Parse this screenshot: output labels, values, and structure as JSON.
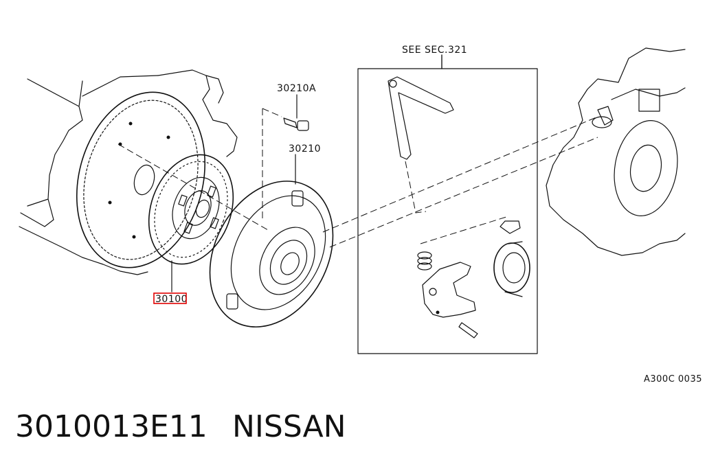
{
  "callouts": {
    "see_section": "SEE SEC.321",
    "bolt": "30210A",
    "cover": "30210",
    "disc": "30100"
  },
  "diagram_code": "A300C 0035",
  "footer": {
    "part_number": "3010013E11",
    "brand": "NISSAN"
  },
  "colors": {
    "ink": "#111111",
    "highlight": "#e00000",
    "background": "#ffffff"
  }
}
